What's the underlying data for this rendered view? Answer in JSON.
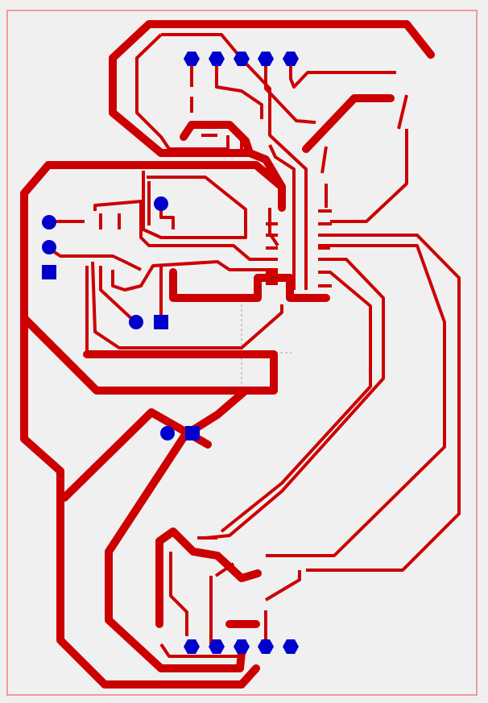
{
  "colors": {
    "background": "#f0f0f0",
    "board_outline": "#f09aa0",
    "trace": "#cc0000",
    "pad": "#0000cc",
    "guide": "#a0a0a0"
  },
  "components": {
    "header_top": {
      "pads": 5,
      "shape": "round"
    },
    "header_bottom": {
      "pads": 5,
      "shape": "round"
    },
    "connector_left": {
      "pads": 3,
      "first_pad": "square"
    },
    "connector_mid": {
      "pads": 2,
      "first_pad": "square"
    },
    "connector_lower": {
      "pads": 2,
      "first_pad": "square"
    },
    "single_pad": {
      "pads": 1
    },
    "ic_left_pins": 6,
    "ic_right_pins": 6
  }
}
